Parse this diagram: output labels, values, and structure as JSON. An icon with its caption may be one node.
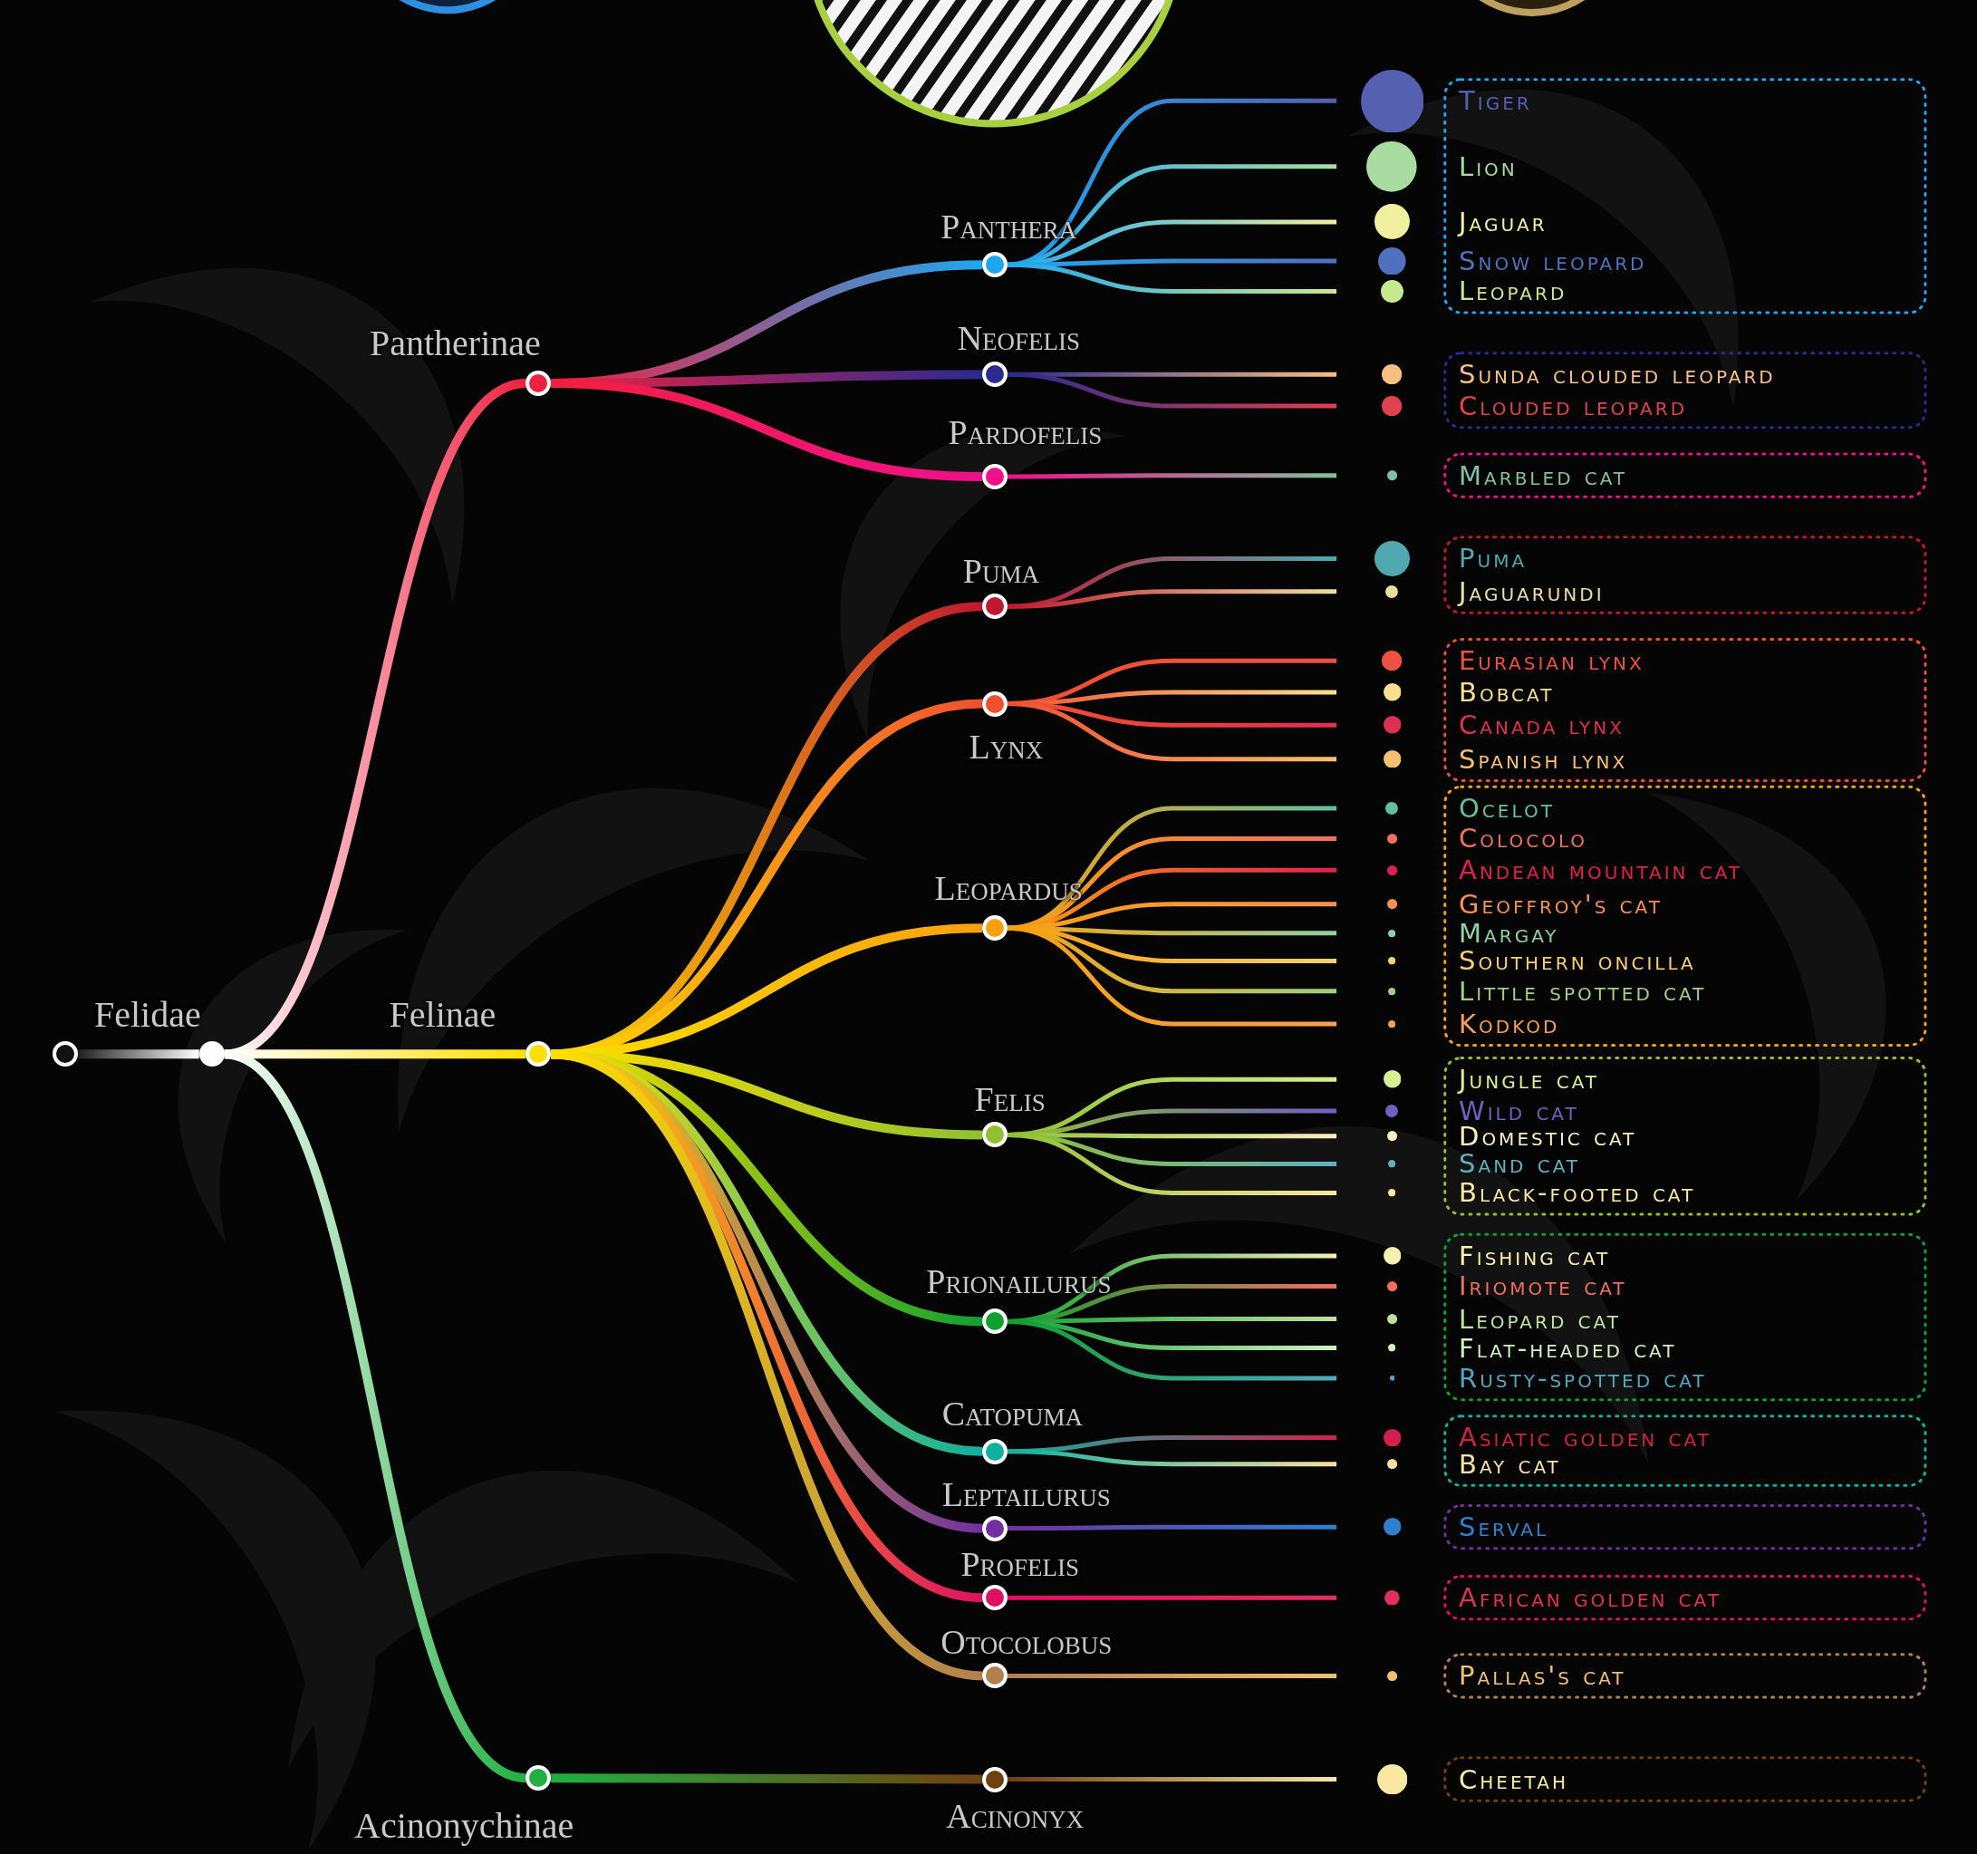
{
  "diagram": {
    "nodes": [
      {
        "text": [],
        "shape": "circle"
      },
      {
        "text": [
          "Felidae"
        ]
      },
      {
        "text": [
          "Pantherinae"
        ]
      },
      {
        "text": [
          "Felinae"
        ]
      },
      {
        "text": [
          "Acinonychinae"
        ]
      },
      {
        "text": [
          "Panthera"
        ]
      },
      {
        "text": [
          "Neofelis"
        ]
      },
      {
        "text": [
          "Pardofelis"
        ]
      },
      {
        "text": [
          "Puma"
        ]
      },
      {
        "text": [
          "Lynx"
        ]
      },
      {
        "text": [
          "Leopardus"
        ]
      },
      {
        "text": [
          "Felis"
        ]
      },
      {
        "text": [
          "Prionailurus"
        ]
      },
      {
        "text": [
          "Catopuma"
        ]
      },
      {
        "text": [
          "Leptailurus"
        ]
      },
      {
        "text": [
          "Profelis"
        ]
      },
      {
        "text": [
          "Otocolobus"
        ]
      },
      {
        "text": [
          "Acinonyx"
        ]
      },
      {
        "text": [
          "Tiger"
        ]
      },
      {
        "text": [
          "Lion"
        ]
      },
      {
        "text": [
          "Jaguar"
        ]
      },
      {
        "text": [
          "Snow leopard"
        ]
      },
      {
        "text": [
          "Leopard"
        ]
      },
      {
        "text": [
          "Sunda clouded leopard"
        ]
      },
      {
        "text": [
          "Clouded leopard"
        ]
      },
      {
        "text": [
          "Marbled cat"
        ]
      },
      {
        "text": [
          "Puma"
        ]
      },
      {
        "text": [
          "Jaguarundi"
        ]
      },
      {
        "text": [
          "Eurasian lynx"
        ]
      },
      {
        "text": [
          "Bobcat"
        ]
      },
      {
        "text": [
          "Canada lynx"
        ]
      },
      {
        "text": [
          "Spanish lynx"
        ]
      },
      {
        "text": [
          "Ocelot"
        ]
      },
      {
        "text": [
          "Colocolo"
        ]
      },
      {
        "text": [
          "Andean mountain cat"
        ]
      },
      {
        "text": [
          "Geoffroy's cat"
        ]
      },
      {
        "text": [
          "Margay"
        ]
      },
      {
        "text": [
          "Southern oncilla"
        ]
      },
      {
        "text": [
          "Little spotted cat"
        ]
      },
      {
        "text": [
          "Kodkod"
        ]
      },
      {
        "text": [
          "Jungle cat"
        ]
      },
      {
        "text": [
          "Wild cat"
        ]
      },
      {
        "text": [
          "Domestic cat"
        ]
      },
      {
        "text": [
          "Sand cat"
        ]
      },
      {
        "text": [
          "Black-footed cat"
        ]
      },
      {
        "text": [
          "Fishing cat"
        ]
      },
      {
        "text": [
          "Iriomote cat"
        ]
      },
      {
        "text": [
          "Leopard cat"
        ]
      },
      {
        "text": [
          "Flat-headed cat"
        ]
      },
      {
        "text": [
          "Rusty-spotted cat"
        ]
      },
      {
        "text": [
          "Asiatic golden cat"
        ]
      },
      {
        "text": [
          "Bay cat"
        ]
      },
      {
        "text": [
          "Serval"
        ]
      },
      {
        "text": [
          "African golden cat"
        ]
      },
      {
        "text": [
          "Pallas's cat"
        ]
      },
      {
        "text": [
          "Cheetah"
        ]
      }
    ],
    "edges": [
      {
        "from": 0,
        "to": 1,
        "arrow": "none",
        "color": "#ffffff"
      },
      {
        "from": 1,
        "to": 2,
        "arrow": "none",
        "color": "#f02040"
      },
      {
        "from": 1,
        "to": 3,
        "arrow": "none",
        "color": "#ffe000"
      },
      {
        "from": 1,
        "to": 4,
        "arrow": "none",
        "color": "#20b040"
      },
      {
        "from": 2,
        "to": 5,
        "arrow": "none",
        "color": "#1ea7f0"
      },
      {
        "from": 2,
        "to": 6,
        "arrow": "none",
        "color": "#2a2a90"
      },
      {
        "from": 2,
        "to": 7,
        "arrow": "none",
        "color": "#f0108a"
      },
      {
        "from": 3,
        "to": 8,
        "arrow": "none",
        "color": "#c01830"
      },
      {
        "from": 3,
        "to": 9,
        "arrow": "none",
        "color": "#f05030"
      },
      {
        "from": 3,
        "to": 10,
        "arrow": "none",
        "color": "#f8a010"
      },
      {
        "from": 3,
        "to": 11,
        "arrow": "none",
        "color": "#90c030"
      },
      {
        "from": 3,
        "to": 12,
        "arrow": "none",
        "color": "#10a030"
      },
      {
        "from": 3,
        "to": 13,
        "arrow": "none",
        "color": "#10b0a0"
      },
      {
        "from": 3,
        "to": 14,
        "arrow": "none",
        "color": "#7030a0"
      },
      {
        "from": 3,
        "to": 15,
        "arrow": "none",
        "color": "#e01060"
      },
      {
        "from": 3,
        "to": 16,
        "arrow": "none",
        "color": "#b08050"
      },
      {
        "from": 4,
        "to": 17,
        "arrow": "none",
        "color": "#704010"
      },
      {
        "from": 5,
        "to": 18,
        "arrow": "none",
        "color": "#5560b0"
      },
      {
        "from": 5,
        "to": 19,
        "arrow": "none",
        "color": "#a8dca0"
      },
      {
        "from": 5,
        "to": 20,
        "arrow": "none",
        "color": "#f0f0a0"
      },
      {
        "from": 5,
        "to": 21,
        "arrow": "none",
        "color": "#5070c0"
      },
      {
        "from": 5,
        "to": 22,
        "arrow": "none",
        "color": "#c8e890"
      },
      {
        "from": 6,
        "to": 23,
        "arrow": "none",
        "color": "#f8c080"
      },
      {
        "from": 6,
        "to": 24,
        "arrow": "none",
        "color": "#e04050"
      },
      {
        "from": 7,
        "to": 25,
        "arrow": "none",
        "color": "#80c0a0"
      },
      {
        "from": 8,
        "to": 26,
        "arrow": "none",
        "color": "#50a8b0"
      },
      {
        "from": 8,
        "to": 27,
        "arrow": "none",
        "color": "#e8e0a0"
      },
      {
        "from": 9,
        "to": 28,
        "arrow": "none",
        "color": "#f05040"
      },
      {
        "from": 9,
        "to": 29,
        "arrow": "none",
        "color": "#f8e090"
      },
      {
        "from": 9,
        "to": 30,
        "arrow": "none",
        "color": "#e03050"
      },
      {
        "from": 9,
        "to": 31,
        "arrow": "none",
        "color": "#f8c070"
      },
      {
        "from": 10,
        "to": 32,
        "arrow": "none",
        "color": "#60c0a0"
      },
      {
        "from": 10,
        "to": 33,
        "arrow": "none",
        "color": "#f07060"
      },
      {
        "from": 10,
        "to": 34,
        "arrow": "none",
        "color": "#e02050"
      },
      {
        "from": 10,
        "to": 35,
        "arrow": "none",
        "color": "#f89050"
      },
      {
        "from": 10,
        "to": 36,
        "arrow": "none",
        "color": "#90d0a0"
      },
      {
        "from": 10,
        "to": 37,
        "arrow": "none",
        "color": "#f8d070"
      },
      {
        "from": 10,
        "to": 38,
        "arrow": "none",
        "color": "#a0d080"
      },
      {
        "from": 10,
        "to": 39,
        "arrow": "none",
        "color": "#f8a050"
      },
      {
        "from": 11,
        "to": 40,
        "arrow": "none",
        "color": "#d8f090"
      },
      {
        "from": 11,
        "to": 41,
        "arrow": "none",
        "color": "#7060c0"
      },
      {
        "from": 11,
        "to": 42,
        "arrow": "none",
        "color": "#f8f0c0"
      },
      {
        "from": 11,
        "to": 43,
        "arrow": "none",
        "color": "#60b0c0"
      },
      {
        "from": 11,
        "to": 44,
        "arrow": "none",
        "color": "#f8e8a0"
      },
      {
        "from": 12,
        "to": 45,
        "arrow": "none",
        "color": "#f8f0b0"
      },
      {
        "from": 12,
        "to": 46,
        "arrow": "none",
        "color": "#f07060"
      },
      {
        "from": 12,
        "to": 47,
        "arrow": "none",
        "color": "#c0e0a0"
      },
      {
        "from": 12,
        "to": 48,
        "arrow": "none",
        "color": "#d0f0c0"
      },
      {
        "from": 12,
        "to": 49,
        "arrow": "none",
        "color": "#50a8c0"
      },
      {
        "from": 13,
        "to": 50,
        "arrow": "none",
        "color": "#d02050"
      },
      {
        "from": 13,
        "to": 51,
        "arrow": "none",
        "color": "#f8e0a0"
      },
      {
        "from": 14,
        "to": 52,
        "arrow": "none",
        "color": "#3080d0"
      },
      {
        "from": 15,
        "to": 53,
        "arrow": "none",
        "color": "#e03060"
      },
      {
        "from": 16,
        "to": 54,
        "arrow": "none",
        "color": "#f0c070"
      },
      {
        "from": 17,
        "to": 55,
        "arrow": "none",
        "color": "#f8e8a0"
      }
    ]
  }
}
